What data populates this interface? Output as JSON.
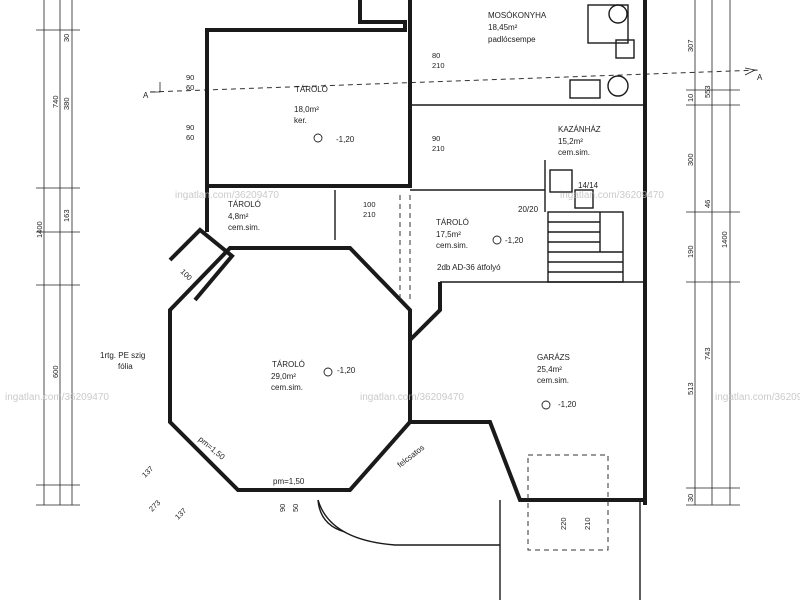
{
  "rooms": {
    "mosokonyha": {
      "name": "MOSÓKONYHA",
      "area": "18,45m²",
      "floor": "padlócsempe"
    },
    "taroló_top": {
      "name": "TÁROLÓ",
      "area": "18,0m²",
      "floor": "ker.",
      "level": "-1,20"
    },
    "kazanhaz": {
      "name": "KAZÁNHÁZ",
      "area": "15,2m²",
      "floor": "cem.sim."
    },
    "taroló_small": {
      "name": "TÁROLÓ",
      "area": "4,8m²",
      "floor": "cem.sim."
    },
    "taroló_mid": {
      "name": "TÁROLÓ",
      "area": "17,5m²",
      "floor": "cem.sim.",
      "level": "-1,20"
    },
    "taroló_oct": {
      "name": "TÁROLÓ",
      "area": "29,0m²",
      "floor": "cem.sim.",
      "level": "-1,20"
    },
    "garazs": {
      "name": "GARÁZS",
      "area": "25,4m²",
      "floor": "cem.sim.",
      "level": "-1,20"
    }
  },
  "labels": {
    "section_a": "A",
    "pass_through": "2db AD-36 átfolyó",
    "foil": "1rtg. PE szig",
    "foil2": "fólia",
    "felcsatos": "felcsatos",
    "pm_150": "pm=1,50",
    "chimney": "14/14",
    "chimney2": "20/20"
  },
  "dims": {
    "d100": "100",
    "d90": "90",
    "d80": "80",
    "d60": "60",
    "d50": "50",
    "d210": "210",
    "d220": "220",
    "d137": "137",
    "d273": "273",
    "left_740": "740",
    "left_380": "380",
    "left_163": "163",
    "left_1400": "1400",
    "left_600": "600",
    "left_30": "30",
    "right_307": "307",
    "right_553": "553",
    "right_300": "300",
    "right_190": "190",
    "right_1400": "1400",
    "right_743": "743",
    "right_513": "513",
    "right_10": "10",
    "right_46": "46",
    "right_30": "30"
  },
  "watermark": "ingatlan.com/36209470"
}
